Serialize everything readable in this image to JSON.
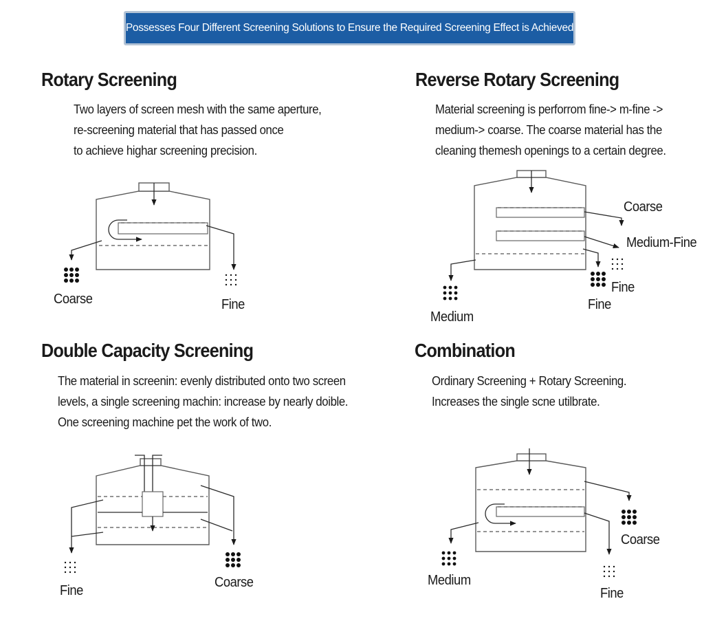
{
  "banner": "Possesses Four Different Screening Solutions to Ensure the Required Screening Effect is Achieved",
  "sections": {
    "rotary": {
      "title": "Rotary Screening",
      "desc": [
        "Two layers of screen mesh with the same aperture,",
        "re-screening material that has passed once",
        "to achieve highar screening precision."
      ],
      "labels": {
        "coarse": "Coarse",
        "fine": "Fine"
      }
    },
    "reverse": {
      "title": "Reverse Rotary Screening",
      "desc": [
        "Material screening is perforrom fine-> m-fine ->",
        "medium-> coarse. The coarse material has the",
        "cleaning themesh openings to a certain degree."
      ],
      "labels": {
        "coarse": "Coarse",
        "medium_fine": "Medium-Fine",
        "fine_a": "Fine",
        "fine_b": "Fine",
        "medium": "Medium"
      }
    },
    "double": {
      "title": "Double Capacity Screening",
      "desc": [
        "The material in screenin: evenly distributed onto two screen",
        "levels, a single screening machin: increase by nearly doible.",
        "One screening machine pet the work of two."
      ],
      "labels": {
        "fine": "Fine",
        "coarse": "Coarse"
      }
    },
    "combination": {
      "title": "Combination",
      "desc": [
        "Ordinary Screening + Rotary Screening.",
        "Increases the single scne utilbrate."
      ],
      "labels": {
        "coarse": "Coarse",
        "medium": "Medium",
        "fine": "Fine"
      }
    }
  },
  "colors": {
    "banner_bg": "#1c5da4",
    "banner_border": "#b3c3d5",
    "ink": "#1a1a1a"
  }
}
